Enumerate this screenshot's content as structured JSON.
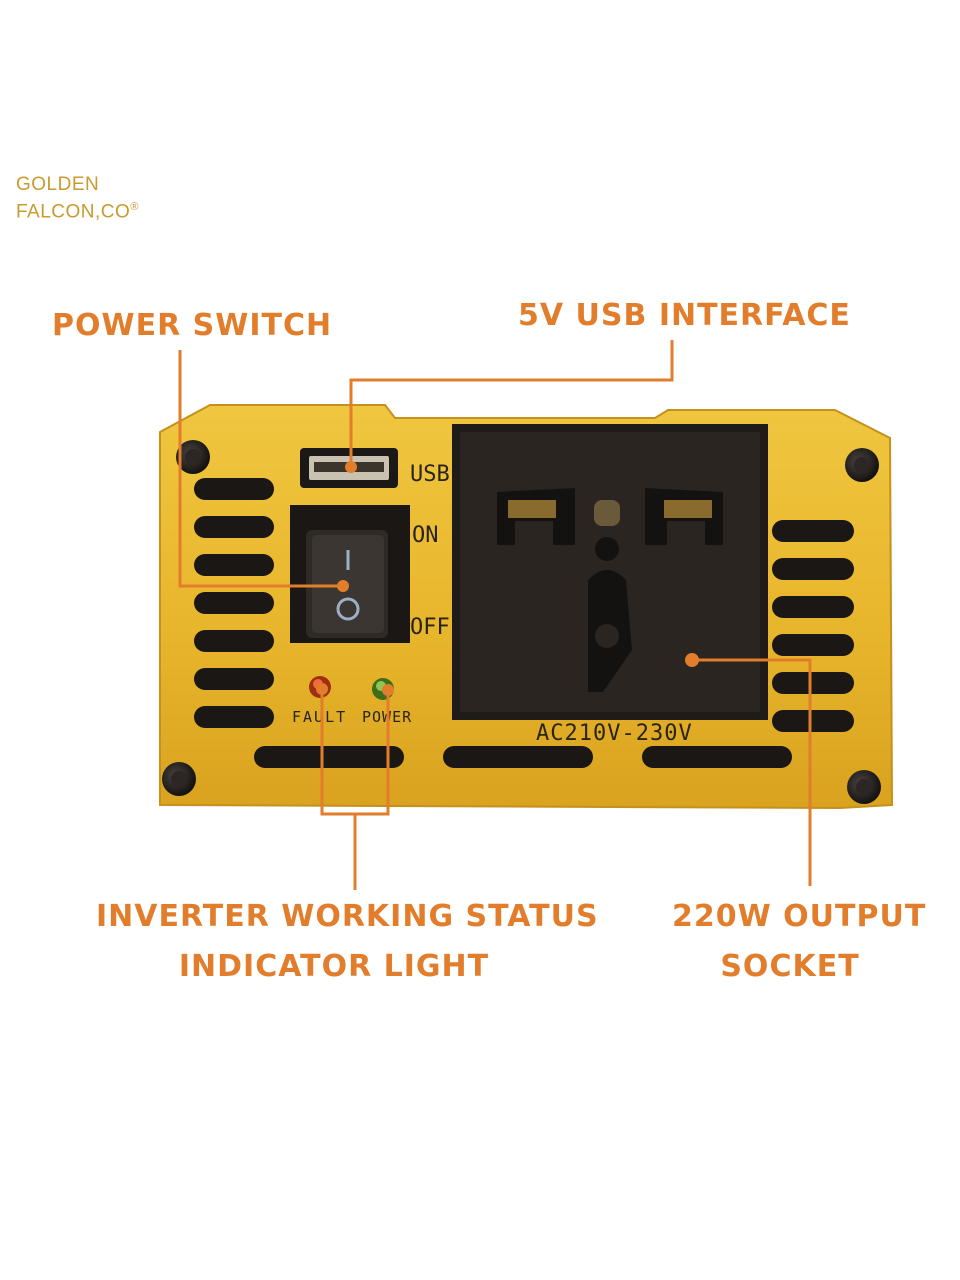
{
  "brand": {
    "line1": "GOLDEN",
    "line2": "FALCON,CO",
    "mark": "®"
  },
  "callouts": {
    "power_switch": "POWER SWITCH",
    "usb": "5V USB INTERFACE",
    "status_line1": "INVERTER WORKING STATUS",
    "status_line2": "INDICATOR LIGHT",
    "socket_line1": "220W OUTPUT",
    "socket_line2": "SOCKET"
  },
  "panel": {
    "usb_label": "USB",
    "on_label": "ON",
    "off_label": "OFF",
    "fault_label": "FAULT",
    "power_label": "POWER",
    "voltage_label": "AC210V-230V",
    "switch_on_symbol": "I",
    "switch_off_symbol": "O"
  },
  "colors": {
    "accent": "#e27d2b",
    "panel_gold": "#e8b62c",
    "brand_gold": "#c99a2e",
    "socket_black": "#1f1b18",
    "fault_led": "#d94a1e",
    "power_led": "#5a9a2a"
  },
  "icons": {
    "screw": "screw-icon",
    "usb_port": "usb-port-icon",
    "rocker_switch": "rocker-switch-icon",
    "outlet": "universal-outlet-icon"
  }
}
